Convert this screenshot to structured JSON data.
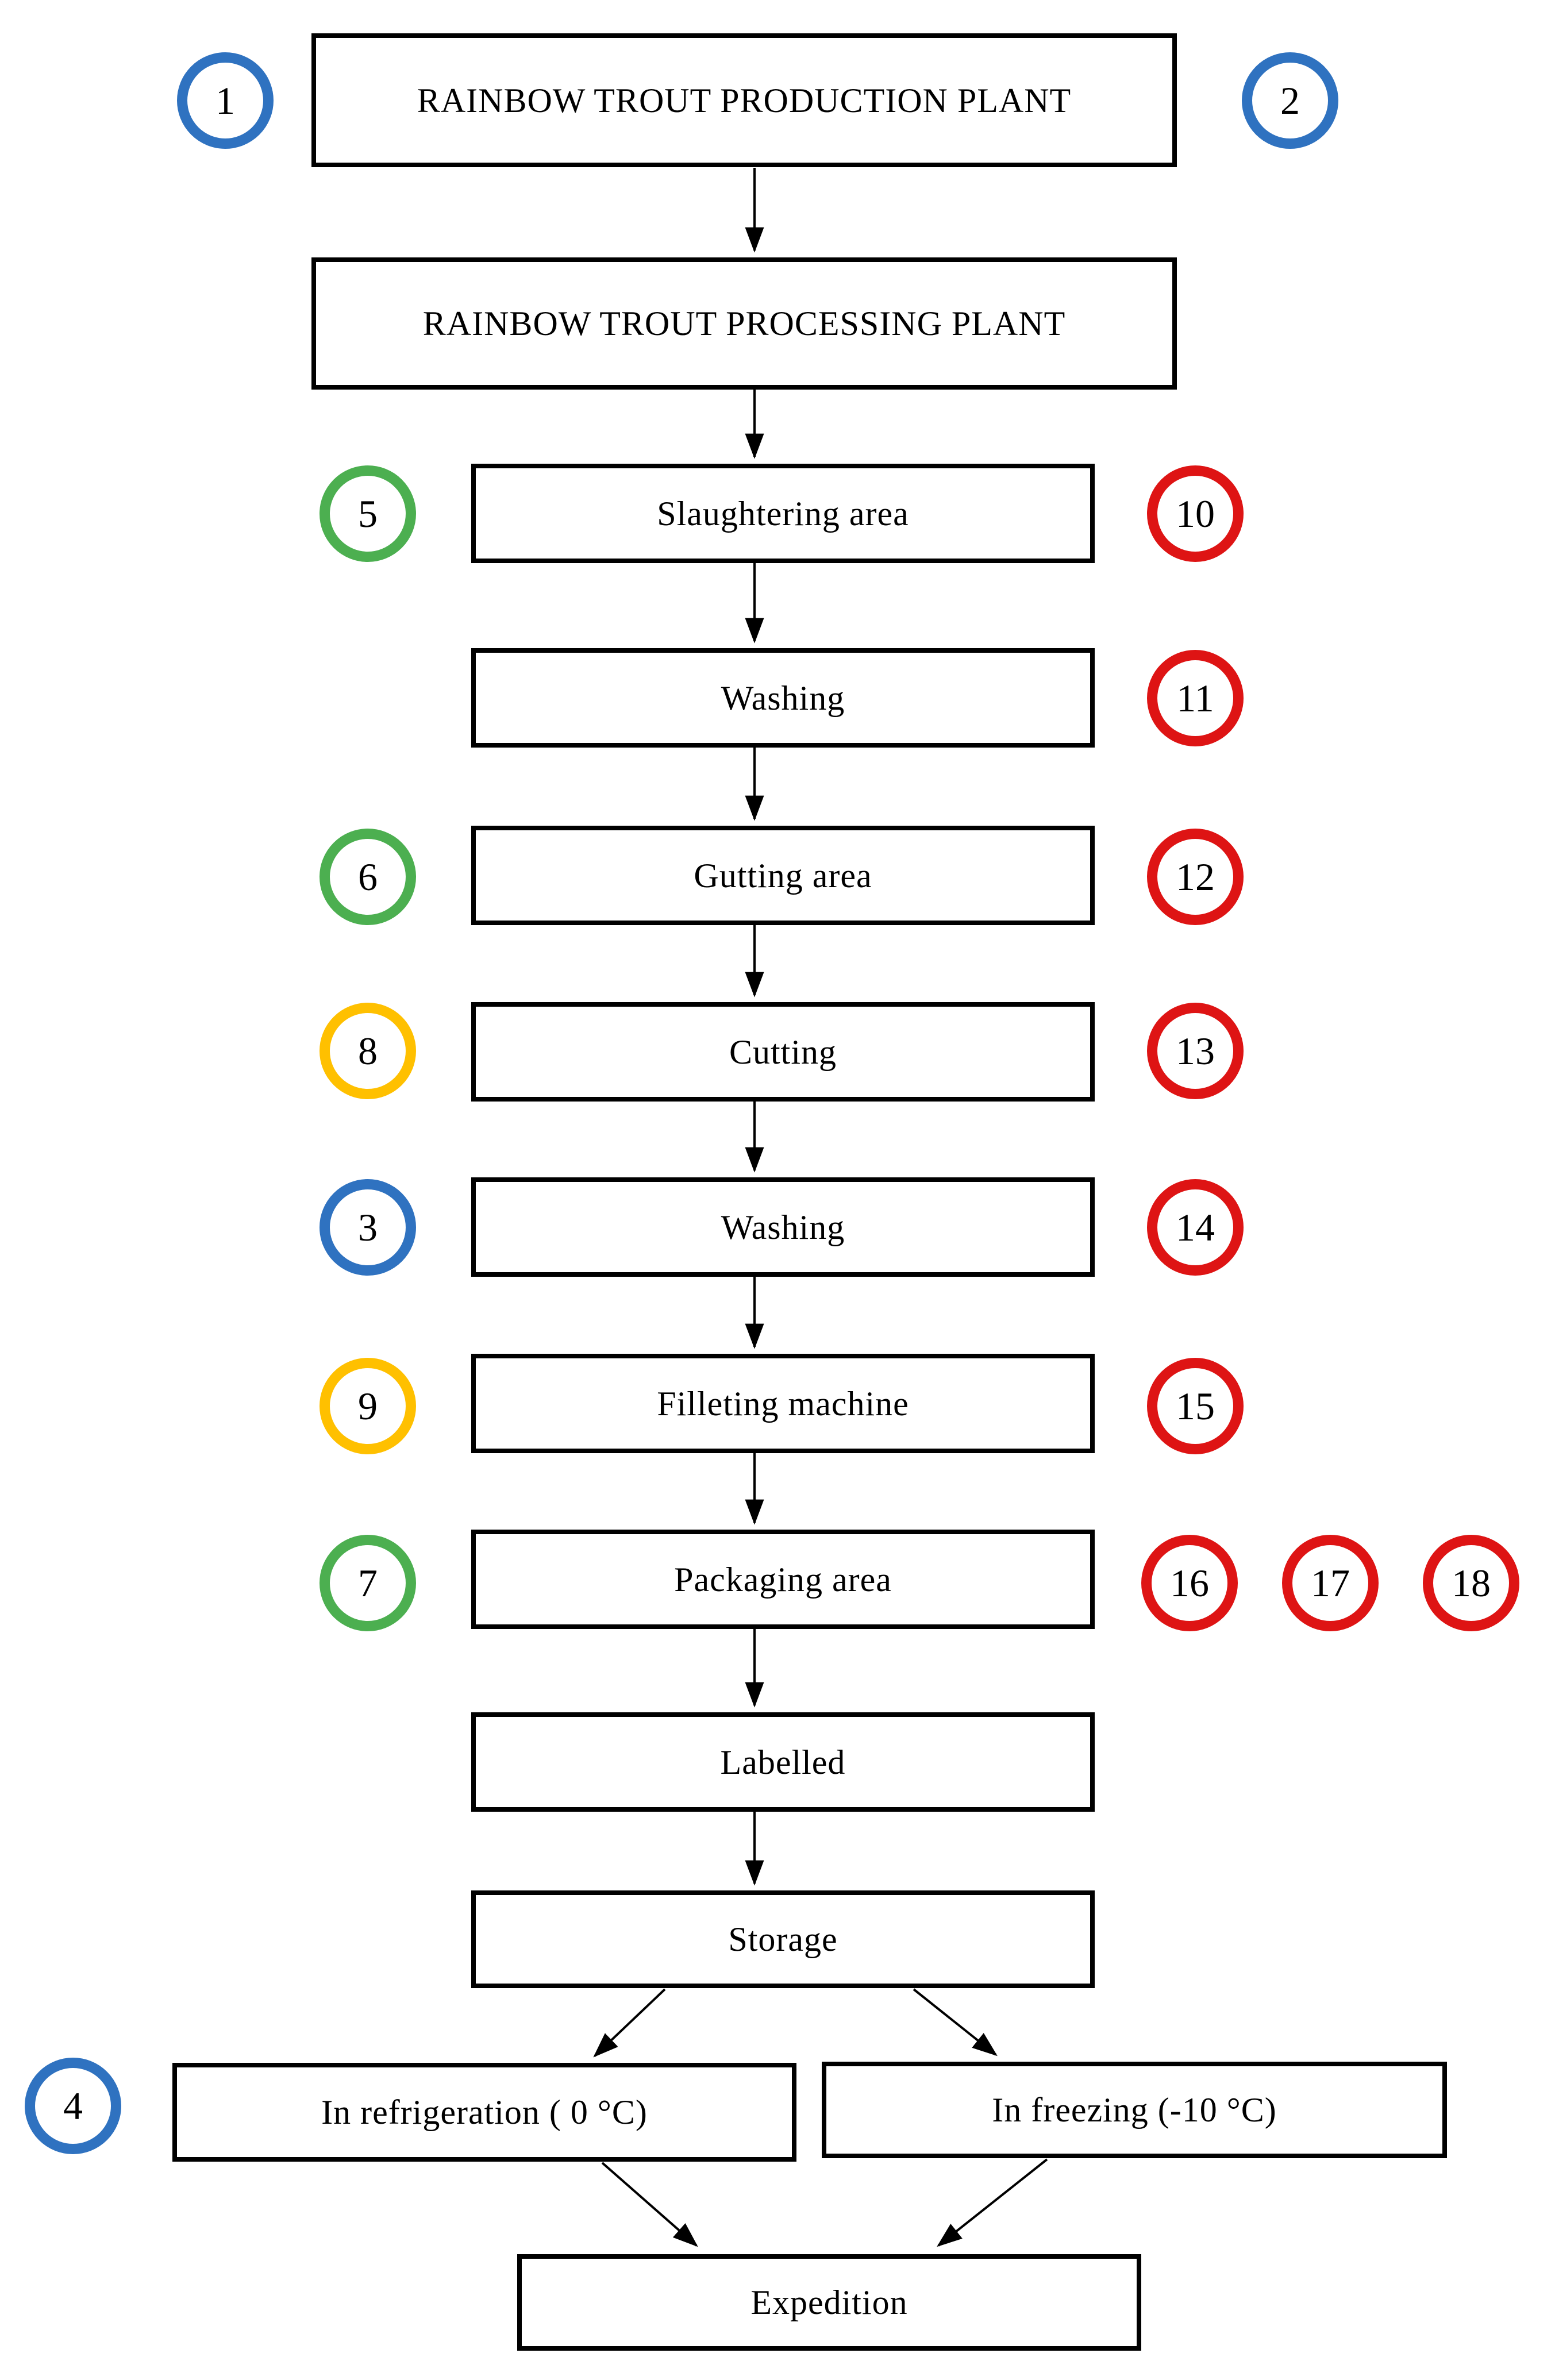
{
  "diagram": {
    "type": "flowchart",
    "colors": {
      "box_border": "#000000",
      "box_fill": "#ffffff",
      "marker_blue": "#2F72C0",
      "marker_green": "#4CAF50",
      "marker_yellow": "#FFC000",
      "marker_red": "#DE1414",
      "arrow": "#000000"
    },
    "nodes": {
      "production": {
        "label": "RAINBOW TROUT PRODUCTION PLANT"
      },
      "processing": {
        "label": "RAINBOW TROUT PROCESSING PLANT"
      },
      "slaughtering": {
        "label": "Slaughtering area"
      },
      "washing1": {
        "label": "Washing"
      },
      "gutting": {
        "label": "Gutting area"
      },
      "cutting": {
        "label": "Cutting"
      },
      "washing2": {
        "label": "Washing"
      },
      "filleting": {
        "label": "Filleting machine"
      },
      "packaging": {
        "label": "Packaging area"
      },
      "labelled": {
        "label": "Labelled"
      },
      "storage": {
        "label": "Storage"
      },
      "refrigeration": {
        "label": "In refrigeration ( 0 °C)"
      },
      "freezing": {
        "label": "In freezing (-10 °C)"
      },
      "expedition": {
        "label": "Expedition"
      }
    },
    "markers": {
      "m1": {
        "number": "1",
        "color": "blue",
        "position": "left-of-production"
      },
      "m2": {
        "number": "2",
        "color": "blue",
        "position": "right-of-production"
      },
      "m5": {
        "number": "5",
        "color": "green",
        "position": "left-of-slaughtering"
      },
      "m10": {
        "number": "10",
        "color": "red",
        "position": "right-of-slaughtering"
      },
      "m11": {
        "number": "11",
        "color": "red",
        "position": "right-of-washing1"
      },
      "m6": {
        "number": "6",
        "color": "green",
        "position": "left-of-gutting"
      },
      "m12": {
        "number": "12",
        "color": "red",
        "position": "right-of-gutting"
      },
      "m8": {
        "number": "8",
        "color": "yellow",
        "position": "left-of-cutting"
      },
      "m13": {
        "number": "13",
        "color": "red",
        "position": "right-of-cutting"
      },
      "m3": {
        "number": "3",
        "color": "blue",
        "position": "left-of-washing2"
      },
      "m14": {
        "number": "14",
        "color": "red",
        "position": "right-of-washing2"
      },
      "m9": {
        "number": "9",
        "color": "yellow",
        "position": "left-of-filleting"
      },
      "m15": {
        "number": "15",
        "color": "red",
        "position": "right-of-filleting"
      },
      "m7": {
        "number": "7",
        "color": "green",
        "position": "left-of-packaging"
      },
      "m16": {
        "number": "16",
        "color": "red",
        "position": "right-of-packaging"
      },
      "m17": {
        "number": "17",
        "color": "red",
        "position": "right-of-packaging"
      },
      "m18": {
        "number": "18",
        "color": "red",
        "position": "right-of-packaging"
      },
      "m4": {
        "number": "4",
        "color": "blue",
        "position": "left-of-refrigeration"
      }
    },
    "edges": [
      {
        "from": "production",
        "to": "processing"
      },
      {
        "from": "processing",
        "to": "slaughtering"
      },
      {
        "from": "slaughtering",
        "to": "washing1"
      },
      {
        "from": "washing1",
        "to": "gutting"
      },
      {
        "from": "gutting",
        "to": "cutting"
      },
      {
        "from": "cutting",
        "to": "washing2"
      },
      {
        "from": "washing2",
        "to": "filleting"
      },
      {
        "from": "filleting",
        "to": "packaging"
      },
      {
        "from": "packaging",
        "to": "labelled"
      },
      {
        "from": "labelled",
        "to": "storage"
      },
      {
        "from": "storage",
        "to": "refrigeration"
      },
      {
        "from": "storage",
        "to": "freezing"
      },
      {
        "from": "refrigeration",
        "to": "expedition"
      },
      {
        "from": "freezing",
        "to": "expedition"
      }
    ]
  }
}
